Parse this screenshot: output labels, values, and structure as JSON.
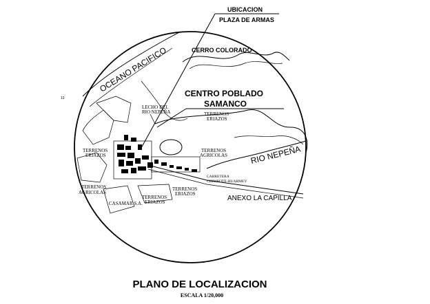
{
  "map": {
    "ubicacion": "UBICACION",
    "plaza": "PLAZA DE ARMAS",
    "cerro": "CERRO COLORADO",
    "oceano": "OCEANO PACIFICO",
    "centro_1": "CENTRO POBLADO",
    "centro_2": "SAMANCO",
    "lecho_1": "LECHO DEL",
    "lecho_2": "RIO NEPEÑA",
    "ter_eriazos_top_1": "TERRENOS",
    "ter_eriazos_top_2": "ERIAZOS",
    "ter_eriazos_left_1": "TERRENOS",
    "ter_eriazos_left_2": "ERIAZOS",
    "ter_agricolas_right_1": "TERRENOS",
    "ter_agricolas_right_2": "AGRICOLAS",
    "rio": "RIO NEPEÑA",
    "ter_agricolas_left_1": "TERRENOS",
    "ter_agricolas_left_2": "AGRICOLAS",
    "carretera_1": "CARRETERA",
    "carretera_2": "CHIMBOTE-HUARMEY",
    "ter_eriazos_mid_1": "TERRENOS",
    "ter_eriazos_mid_2": "ERIAZOS",
    "ter_eriazos_bottom_1": "TERRENOS",
    "ter_eriazos_bottom_2": "ERIAZOS",
    "casamar": "CASAMAR S.A.",
    "anexo": "ANEXO LA CAPILLA",
    "marker": "13",
    "title": "PLANO DE LOCALIZACION",
    "scale": "ESCALA 1/20,000"
  }
}
